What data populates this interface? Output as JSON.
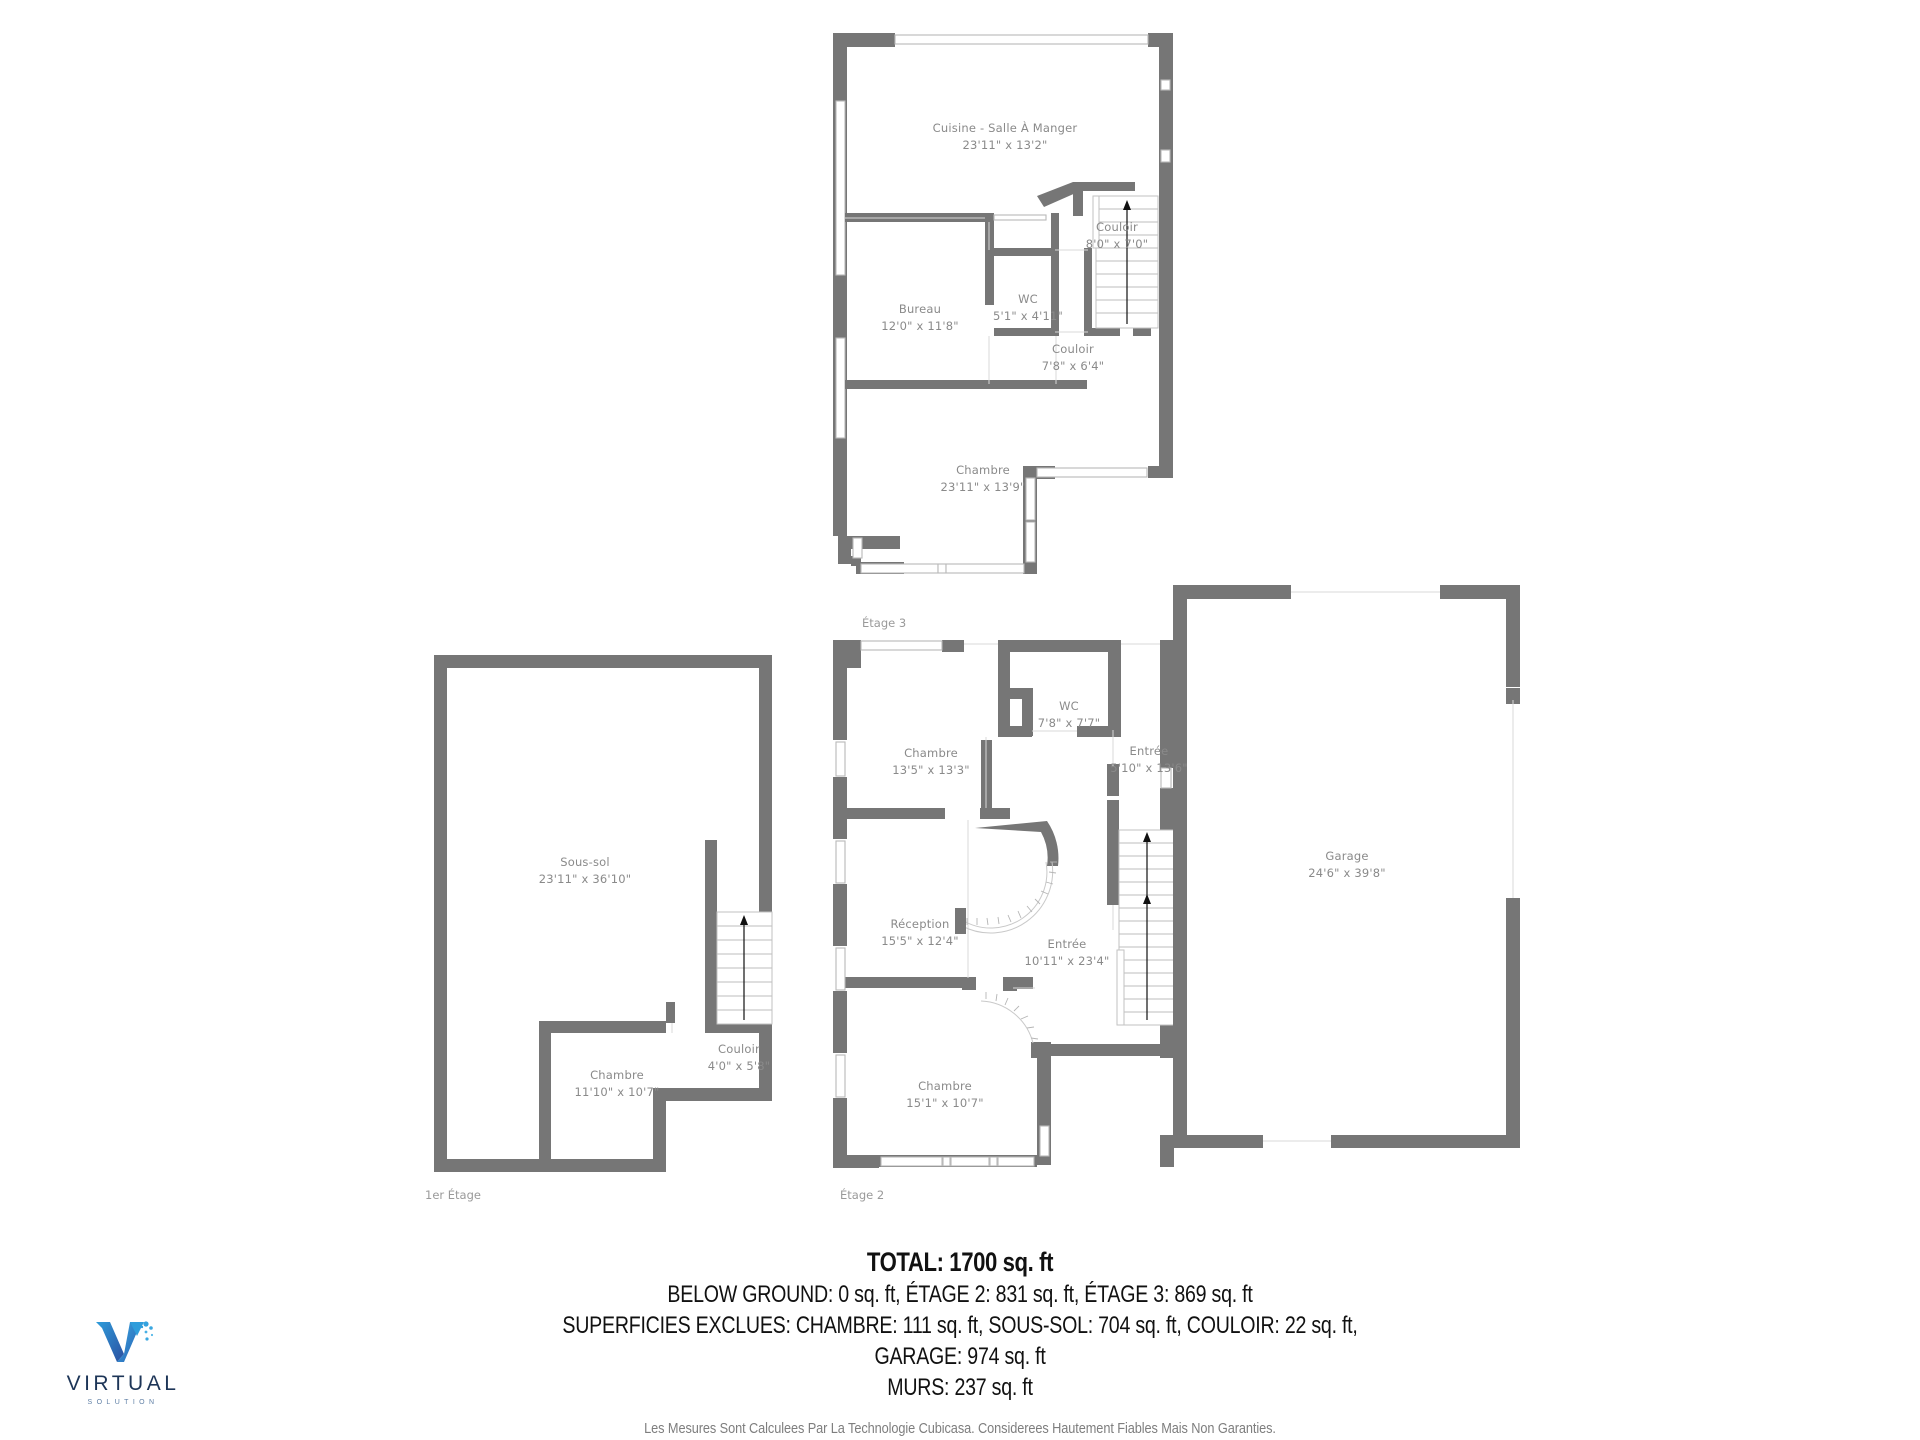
{
  "document": {
    "type": "floor-plan",
    "language": "fr"
  },
  "floors": [
    {
      "id": "etage-3",
      "caption": "Étage 3",
      "rooms": [
        {
          "name": "Cuisine - Salle À Manger",
          "dimensions": "23'11\" x 13'2\""
        },
        {
          "name": "Bureau",
          "dimensions": "12'0\" x 11'8\""
        },
        {
          "name": "WC",
          "dimensions": "5'1\" x 4'11\""
        },
        {
          "name": "Couloir",
          "dimensions": "8'0\" x 7'0\""
        },
        {
          "name": "Couloir",
          "dimensions": "7'8\" x 6'4\""
        },
        {
          "name": "Chambre",
          "dimensions": "23'11\" x 13'9\""
        }
      ]
    },
    {
      "id": "1er-etage",
      "caption": "1er Étage",
      "rooms": [
        {
          "name": "Sous-sol",
          "dimensions": "23'11\" x 36'10\""
        },
        {
          "name": "Couloir",
          "dimensions": "4'0\" x 5'8\""
        },
        {
          "name": "Chambre",
          "dimensions": "11'10\" x 10'7\""
        }
      ]
    },
    {
      "id": "etage-2",
      "caption": "Étage 2",
      "rooms": [
        {
          "name": "Chambre",
          "dimensions": "13'5\" x 13'3\""
        },
        {
          "name": "WC",
          "dimensions": "7'8\" x 7'7\""
        },
        {
          "name": "Entrée",
          "dimensions": "5'10\" x 13'6\""
        },
        {
          "name": "Réception",
          "dimensions": "15'5\" x 12'4\""
        },
        {
          "name": "Entrée",
          "dimensions": "10'11\" x 23'4\""
        },
        {
          "name": "Chambre",
          "dimensions": "15'1\" x 10'7\""
        },
        {
          "name": "Garage",
          "dimensions": "24'6\" x 39'8\""
        }
      ]
    }
  ],
  "summary": {
    "total": "TOTAL: 1700 sq. ft",
    "line_areas": "BELOW GROUND: 0 sq. ft, ÉTAGE 2: 831 sq. ft, ÉTAGE 3: 869 sq. ft",
    "line_excluded": "SUPERFICIES EXCLUES: CHAMBRE: 111 sq. ft, SOUS-SOL: 704 sq. ft, COULOIR: 22 sq. ft,",
    "line_garage": "GARAGE: 974 sq. ft",
    "line_walls": "MURS: 237 sq. ft",
    "disclaimer": "Les Mesures Sont Calculees Par La Technologie Cubicasa. Considerees Hautement Fiables Mais Non Garanties."
  },
  "logo": {
    "name": "VIRTUAL",
    "tagline": "SOLUTION",
    "mark": "v-logo-icon",
    "color_primary": "#2b8fd6",
    "color_secondary": "#2f4e9e",
    "color_text": "#1d3557"
  },
  "colors": {
    "wall": "#767676",
    "label_text": "#8a8a8a",
    "caption_text": "#9a9a9a",
    "summary_text": "#111111",
    "disclaimer_text": "#7e7e7e",
    "background": "#ffffff"
  }
}
